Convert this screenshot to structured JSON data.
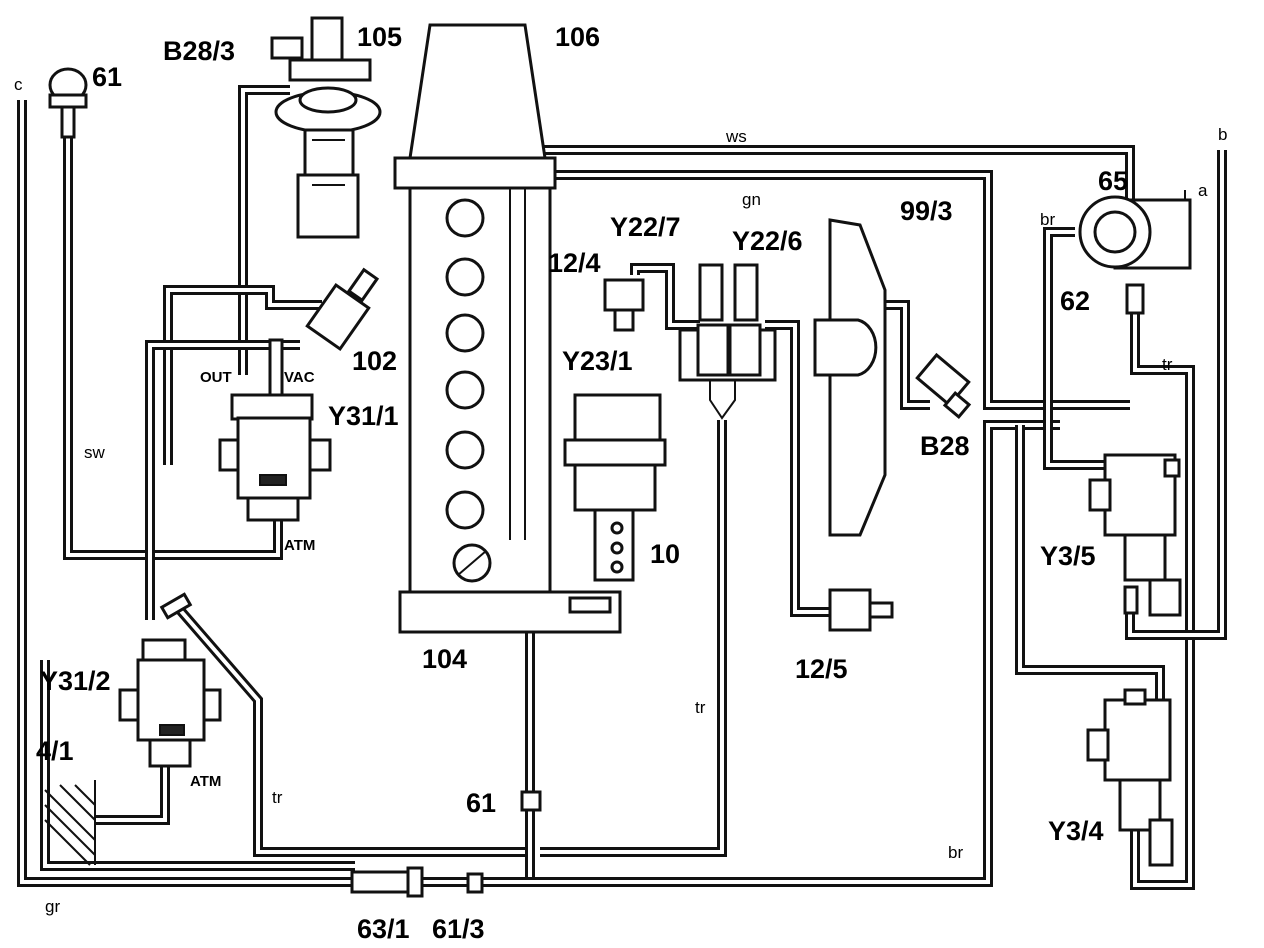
{
  "labels": {
    "b28_3": "B28/3",
    "n105": "105",
    "n106": "106",
    "n61_top": "61",
    "c": "c",
    "b": "b",
    "a": "a",
    "ws": "ws",
    "gn": "gn",
    "n65": "65",
    "br_top": "br",
    "n62": "62",
    "tr_right": "tr",
    "n99_3": "99/3",
    "y22_7": "Y22/7",
    "y22_6": "Y22/6",
    "n12_4": "12/4",
    "n102": "102",
    "out": "OUT",
    "vac": "VAC",
    "y31_1": "Y31/1",
    "sw": "sw",
    "y23_1": "Y23/1",
    "b28": "B28",
    "atm1": "ATM",
    "n10": "10",
    "y3_5": "Y3/5",
    "y31_2": "Y31/2",
    "n104": "104",
    "n12_5": "12/5",
    "tr_mid": "tr",
    "n4_1": "4/1",
    "atm2": "ATM",
    "tr_left": "tr",
    "n61_bot": "61",
    "y3_4": "Y3/4",
    "br_bot": "br",
    "gr": "gr",
    "n63_1": "63/1",
    "n61_3": "61/3"
  }
}
